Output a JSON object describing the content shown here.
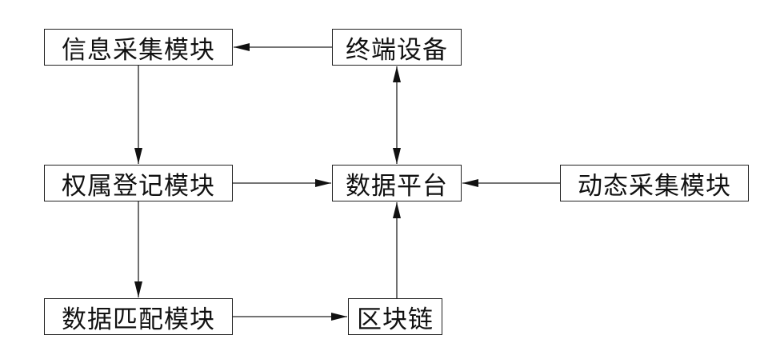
{
  "diagram": {
    "nodes": {
      "info_collection": "信息采集模块",
      "terminal_device": "终端设备",
      "ownership_registration": "权属登记模块",
      "data_platform": "数据平台",
      "dynamic_collection": "动态采集模块",
      "data_matching": "数据匹配模块",
      "blockchain": "区块链"
    },
    "edges": [
      {
        "from": "terminal_device",
        "to": "info_collection",
        "direction": "one-way"
      },
      {
        "from": "terminal_device",
        "to": "data_platform",
        "direction": "two-way"
      },
      {
        "from": "info_collection",
        "to": "ownership_registration",
        "direction": "one-way"
      },
      {
        "from": "ownership_registration",
        "to": "data_platform",
        "direction": "one-way"
      },
      {
        "from": "dynamic_collection",
        "to": "data_platform",
        "direction": "one-way"
      },
      {
        "from": "ownership_registration",
        "to": "data_matching",
        "direction": "one-way"
      },
      {
        "from": "data_matching",
        "to": "blockchain",
        "direction": "one-way"
      },
      {
        "from": "blockchain",
        "to": "data_platform",
        "direction": "one-way"
      }
    ],
    "colors": {
      "line": "#222222",
      "box_border": "#222222",
      "text": "#111111",
      "background": "#ffffff"
    }
  }
}
